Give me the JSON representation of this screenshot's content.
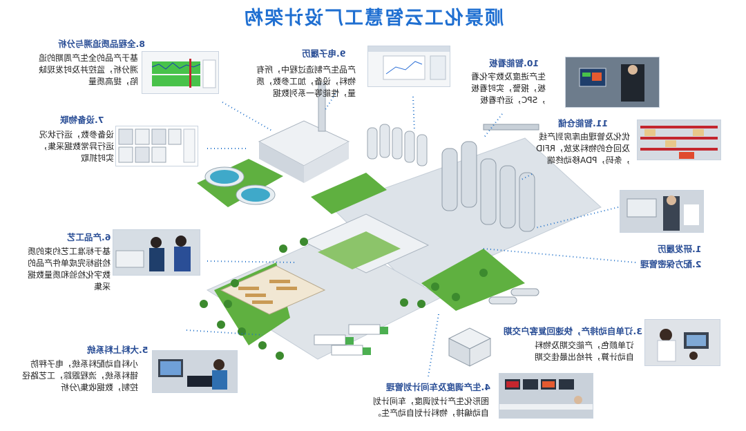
{
  "title": "顺景化工云智慧工厂设计架构",
  "colors": {
    "title": "#1f6fd1",
    "heading": "#2a4e96",
    "connector": "#1d6fc9",
    "lawn": "#5fb040",
    "building": "#e9ecef",
    "tank": "#cfd7df"
  },
  "sections": {
    "quality": {
      "heading": "8.全程品质追溯与分析",
      "lines": [
        "基于产品的全生产周期的追",
        "溯分析，监控并及时发现缺",
        "陷，提高质量"
      ]
    },
    "record": {
      "heading": "9.电子履历",
      "lines": [
        "产品生产制造过程中，所有",
        "物料，设备，加工参数，质",
        "量，性能等一系列数据"
      ]
    },
    "board": {
      "heading": "10.智能看板",
      "lines": [
        "生产进度及数字化看",
        "板，报警，实时看板",
        "，SPC，运作看板"
      ]
    },
    "warehouse": {
      "heading": "11.智能仓储",
      "lines": [
        "优化及管理由库房到产线",
        "及回仓的物料发放，RFID",
        "，条码，PDA移动终端"
      ]
    },
    "rnd": {
      "heading1": "1.研发履历",
      "heading2": "2.配方保密管理"
    },
    "order": {
      "heading": "3.订单自动排产，快速回复客户交期",
      "lines": [
        "订单颜色，产能交期及物料",
        "自动计算，并给出最佳交期"
      ]
    },
    "scheduling": {
      "heading": "4.生产调度及车间计划管理",
      "lines": [
        "图形化生产计划调度，车间计划",
        "自动编排，物料计划自动产生。"
      ]
    },
    "feeding": {
      "heading": "5.大料上料系统",
      "lines": [
        "小料自动配料系统，电子秤防",
        "错料系统，流程跟踪，工艺路径",
        "控制，数据收集/分析"
      ]
    },
    "craft": {
      "heading": "6.产品工艺",
      "lines": [
        "基于标准工艺约束的质",
        "检指标完成单件产品的",
        "数字化检验和质量数据",
        "采集"
      ]
    },
    "equipment": {
      "heading": "7.设备物联",
      "lines": [
        "设备参数，运行状况",
        "运行异常数据采集，",
        "实时抓取"
      ]
    }
  },
  "icons": [
    "quality-chart-screenshot",
    "software-screenshot",
    "monitor-wall-photo",
    "warehouse-rack-photo",
    "lab-office-photo",
    "office-workers-photo",
    "control-room-photo",
    "operator-terminal-photo",
    "technician-photo",
    "equipment-thumbnails",
    "factory-building-icon"
  ]
}
